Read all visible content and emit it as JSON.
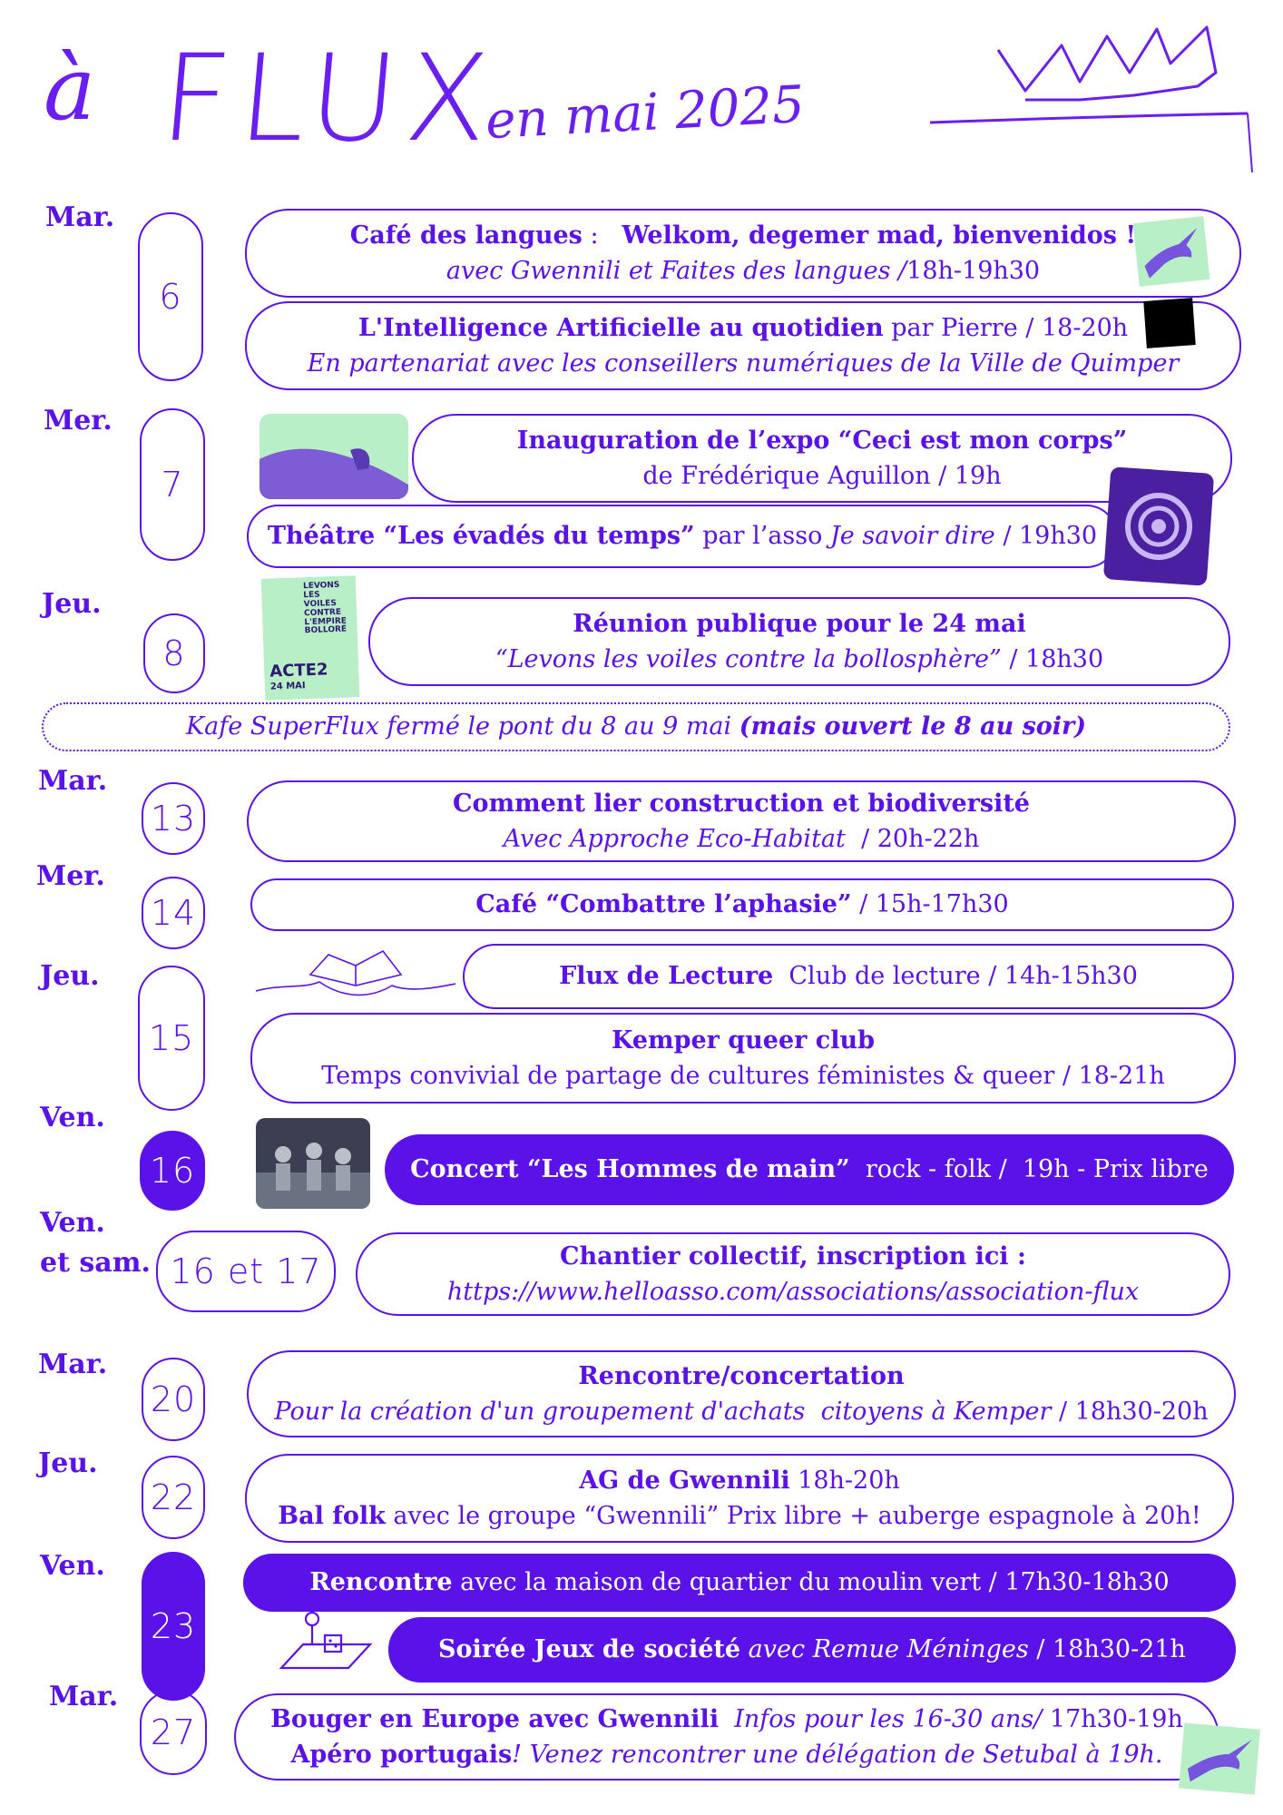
{
  "header": {
    "a": "à",
    "flux": "FLUX",
    "month": "en mai 2025"
  },
  "days": {
    "d6": "Mar.",
    "d7": "Mer.",
    "d8": "Jeu.",
    "d13": "Mar.",
    "d14": "Mer.",
    "d15": "Jeu.",
    "d16": "Ven.",
    "d1617a": "Ven.",
    "d1617b": "et sam.",
    "d20": "Mar.",
    "d22": "Jeu.",
    "d23": "Ven.",
    "d27": "Mar."
  },
  "dates": {
    "d6": "6",
    "d7": "7",
    "d8": "8",
    "d13": "13",
    "d14": "14",
    "d15": "15",
    "d16": "16",
    "d1617": "16 et 17",
    "d20": "20",
    "d22": "22",
    "d23": "23",
    "d27": "27"
  },
  "events": {
    "cafe_langues": {
      "title": "Café des langues",
      "sep": " :   ",
      "welcome": "Welkom, degemer mad, bienvenidos !",
      "with": "avec Gwennili et Faites des langues /",
      "time": "18h-19h30"
    },
    "ia": {
      "title": "L'Intelligence Artificielle au quotidien",
      "rest": " par Pierre / 18-20h",
      "partner": "En partenariat avec les conseillers numériques de la Ville de Quimper"
    },
    "expo": {
      "title": "Inauguration de l’expo “Ceci est mon corps”",
      "line2": "de Frédérique Aguillon / 19h"
    },
    "theatre": {
      "title": "Théâtre “Les évadés du temps”",
      "par": " par l’asso ",
      "asso": "Je savoir dire",
      "time": " / 19h30"
    },
    "reunion": {
      "title": "Réunion publique pour le 24 mai",
      "quote": "“Levons les voiles contre la bollosphère”",
      "time": " / 18h30"
    },
    "closed": {
      "text": "Kafe SuperFlux fermé le pont du 8 au 9 mai ",
      "bold": "(mais ouvert le 8 au soir)"
    },
    "construction": {
      "title": "Comment lier construction et biodiversité",
      "line2": "Avec Approche Eco-Habitat",
      "time": "  / 20h-22h"
    },
    "aphasie": {
      "title": "Café “Combattre l’aphasie”",
      "time": " / 15h-17h30"
    },
    "lecture": {
      "title": "Flux de Lecture",
      "rest": "  Club de lecture / 14h-15h30"
    },
    "queer": {
      "title": "Kemper queer club",
      "line2": "Temps convivial de partage de cultures féministes & queer / 18-21h"
    },
    "concert": {
      "title": "Concert “Les Hommes de main”",
      "rest": "  rock - folk /  19h - Prix libre"
    },
    "chantier": {
      "title": "Chantier collectif, inscription ici :",
      "url": "https://www.helloasso.com/associations/association-flux"
    },
    "rencontre20": {
      "title": "Rencontre/concertation",
      "line2": "Pour la création d'un groupement d'achats  citoyens à Kemper",
      "time": " / 18h30-20h"
    },
    "ag": {
      "title": "AG de Gwennili",
      "time": " 18h-20h",
      "bal": "Bal folk",
      "balrest": " avec le groupe “Gwennili” Prix libre + auberge espagnole à 20h!"
    },
    "rencontre23": {
      "title": "Rencontre",
      "rest": " avec la maison de quartier du moulin vert / 17h30-18h30"
    },
    "jeux": {
      "title": "Soirée Jeux de société",
      "with": " avec Remue Méninges",
      "time": " / 18h30-21h"
    },
    "europe": {
      "title": "Bouger en Europe avec Gwennili",
      "infos": "  Infos pour les 16-30 ans/",
      "time": " 17h30-19h",
      "apero": "Apéro portugais",
      "aperorest": "! Venez rencontrer une délégation de Setubal à 19h."
    }
  },
  "poster": {
    "levons": "LEVONS LES VOILES CONTRE L'EMPIRE BOLLORÉ",
    "acte": "ACTE2",
    "date": "24 MAI"
  },
  "colors": {
    "accent": "#5a12e8",
    "mint": "#b9efc7"
  }
}
